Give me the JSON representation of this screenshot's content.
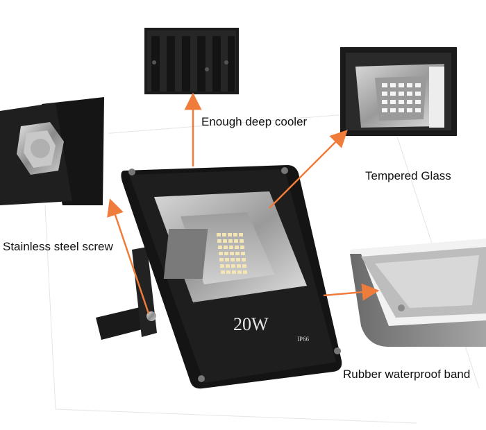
{
  "callouts": {
    "cooler": "Enough deep cooler",
    "glass": "Tempered Glass",
    "screw": "Stainless steel screw",
    "band": "Rubber waterproof band"
  },
  "product": {
    "wattage": "20W",
    "rating": "IP66"
  },
  "colors": {
    "arrow": "#f07c3c",
    "housing": "#141414",
    "reflector": "#b8b8b8",
    "led": "#f3e6b4"
  }
}
